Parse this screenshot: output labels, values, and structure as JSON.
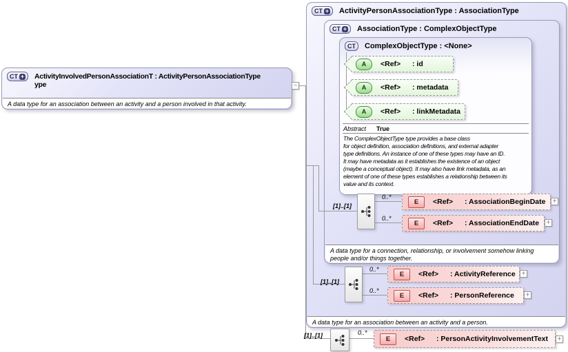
{
  "icons": {
    "plus": "+",
    "minus": "−"
  },
  "colors": {
    "box_lavender": "#dcdcf5",
    "attribute_green": "#bfe8b0",
    "element_pink": "#f6bcbc",
    "connector_gray": "#9a9a9a",
    "doc_background": "#ffffff"
  },
  "left_box": {
    "badge": "CT",
    "title_line1": "ActivityInvolvedPersonAssociationT : ActivityPersonAssociationType",
    "title_line2": "ype",
    "description": "A data type for an association between an activity and a person involved in that activity."
  },
  "outer_box": {
    "badge": "CT",
    "title": "ActivityPersonAssociationType : AssociationType",
    "description": "A data type for an association between an activity and a person."
  },
  "association_box": {
    "badge": "CT",
    "title": "AssociationType : ComplexObjectType",
    "description_line1": "A data type for a connection, relationship, or involvement somehow linking",
    "description_line2": "people and/or things together."
  },
  "complex_box": {
    "badge": "CT",
    "title": "ComplexObjectType : <None>",
    "abstract_label": "Abstract",
    "abstract_value": "True",
    "description_lines": [
      "The ComplexObjectType type provides a base class",
      "for object definition, association definitions, and external adapter",
      "type definitions. An instance of one of these types may have an ID.",
      "It may have metadata as it establishes the existence of an object",
      "(maybe a conceptual object). It may also have link metadata, as an",
      "element of one of these types establishes a relationship between its",
      "value and its context."
    ],
    "attributes": [
      {
        "badge": "A",
        "ref": "<Ref>",
        "name": ": id"
      },
      {
        "badge": "A",
        "ref": "<Ref>",
        "name": ": metadata"
      },
      {
        "badge": "A",
        "ref": "<Ref>",
        "name": ": linkMetadata"
      }
    ]
  },
  "groups": [
    {
      "cardinality": "[1]..[1]",
      "elements": [
        {
          "occurs": "0..*",
          "badge": "E",
          "ref": "<Ref>",
          "name": ": AssociationBeginDate"
        },
        {
          "occurs": "0..*",
          "badge": "E",
          "ref": "<Ref>",
          "name": ": AssociationEndDate"
        }
      ]
    },
    {
      "cardinality": "[1]..[1]",
      "elements": [
        {
          "occurs": "0..*",
          "badge": "E",
          "ref": "<Ref>",
          "name": ": ActivityReference"
        },
        {
          "occurs": "0..*",
          "badge": "E",
          "ref": "<Ref>",
          "name": ": PersonReference"
        }
      ]
    },
    {
      "cardinality": "[1]..[1]",
      "elements": [
        {
          "occurs": "0..*",
          "badge": "E",
          "ref": "<Ref>",
          "name": ": PersonActivityInvolvementText"
        }
      ]
    }
  ]
}
